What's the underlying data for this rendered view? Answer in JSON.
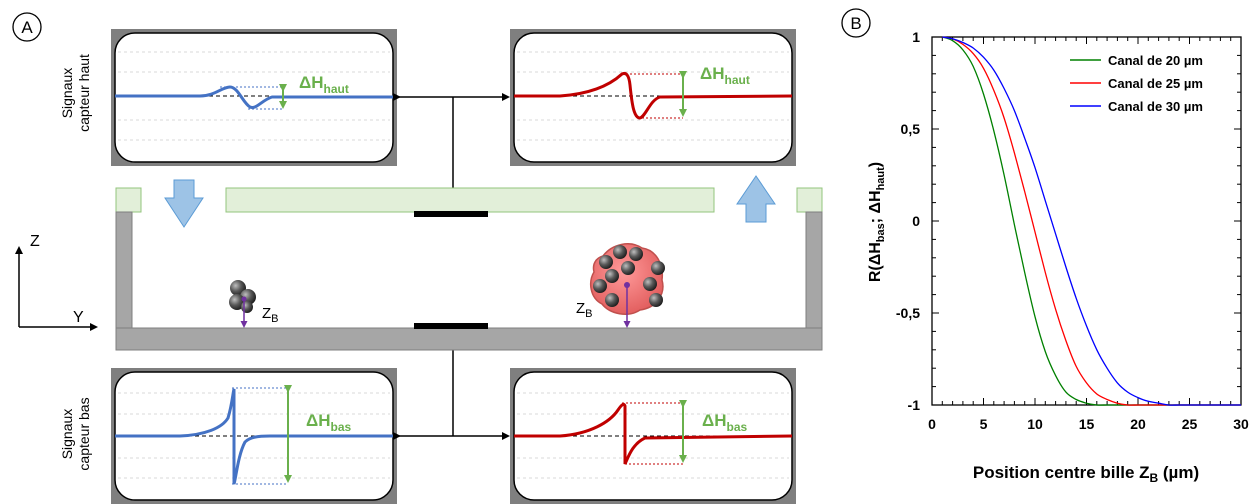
{
  "panel_a": {
    "marker": "A",
    "side_top_line1": "Signaux",
    "side_top_line2": "capteur haut",
    "side_bottom_line1": "Signaux",
    "side_bottom_line2": "capteur bas",
    "delta_h": "ΔH",
    "sub_haut": "haut",
    "sub_bas": "bas",
    "axis_z": "Z",
    "axis_y": "Y",
    "zb_main": "Z",
    "zb_sub": "B",
    "colors": {
      "blue_signal": "#4472c4",
      "red_signal": "#c00000",
      "green_label": "#6ab04c",
      "channel_gray": "#a6a6a6",
      "channel_top": "#e2efd9",
      "arrow_blue": "#9dc3e6",
      "zb_purple": "#7030a0"
    }
  },
  "panel_b": {
    "marker": "B",
    "ylabel_main": "R(ΔH",
    "ylabel_sub1": "bas",
    "ylabel_sep": "; ΔH",
    "ylabel_sub2": "haut",
    "ylabel_end": ")",
    "xlabel_main": "Position centre bille Z",
    "xlabel_sub": "B",
    "xlabel_end": " (µm)"
  },
  "chart_data": {
    "type": "line",
    "xlabel": "Position centre bille ZB (µm)",
    "ylabel": "R(ΔHbas; ΔHhaut)",
    "xlim": [
      0,
      30
    ],
    "ylim": [
      -1,
      1
    ],
    "x_ticks": [
      "0",
      "5",
      "10",
      "15",
      "20",
      "25",
      "30"
    ],
    "y_ticks": [
      "1",
      "0,5",
      "0",
      "-0,5",
      "-1"
    ],
    "legend_position": "top-right",
    "grid": false,
    "x": [
      1,
      2,
      3,
      4,
      5,
      6,
      7,
      8,
      9,
      10,
      11,
      12,
      13,
      14,
      15,
      16,
      17,
      18,
      19,
      20,
      21,
      22,
      23,
      24,
      25,
      26,
      27,
      28,
      29,
      30
    ],
    "series": [
      {
        "name": "Canal de 20 µm",
        "color": "#008000",
        "values": [
          1,
          0.98,
          0.93,
          0.84,
          0.69,
          0.49,
          0.25,
          -0.02,
          -0.28,
          -0.52,
          -0.71,
          -0.84,
          -0.93,
          -0.97,
          -0.99,
          -1,
          -1,
          -1,
          -1,
          -1,
          -1,
          -1,
          -1,
          -1,
          -1,
          -1,
          -1,
          -1,
          -1,
          -1
        ]
      },
      {
        "name": "Canal de 25 µm",
        "color": "#ff0000",
        "values": [
          1,
          0.99,
          0.96,
          0.91,
          0.83,
          0.71,
          0.56,
          0.37,
          0.16,
          -0.06,
          -0.28,
          -0.48,
          -0.65,
          -0.79,
          -0.88,
          -0.94,
          -0.97,
          -0.99,
          -1,
          -1,
          -1,
          -1,
          -1,
          -1,
          -1,
          -1,
          -1,
          -1,
          -1,
          -1
        ]
      },
      {
        "name": "Canal de 30 µm",
        "color": "#0000ff",
        "values": [
          1,
          0.99,
          0.97,
          0.94,
          0.89,
          0.82,
          0.72,
          0.6,
          0.45,
          0.29,
          0.11,
          -0.07,
          -0.25,
          -0.42,
          -0.57,
          -0.7,
          -0.8,
          -0.88,
          -0.93,
          -0.96,
          -0.98,
          -0.99,
          -1,
          -1,
          -1,
          -1,
          -1,
          -1,
          -1,
          -1
        ]
      }
    ]
  }
}
